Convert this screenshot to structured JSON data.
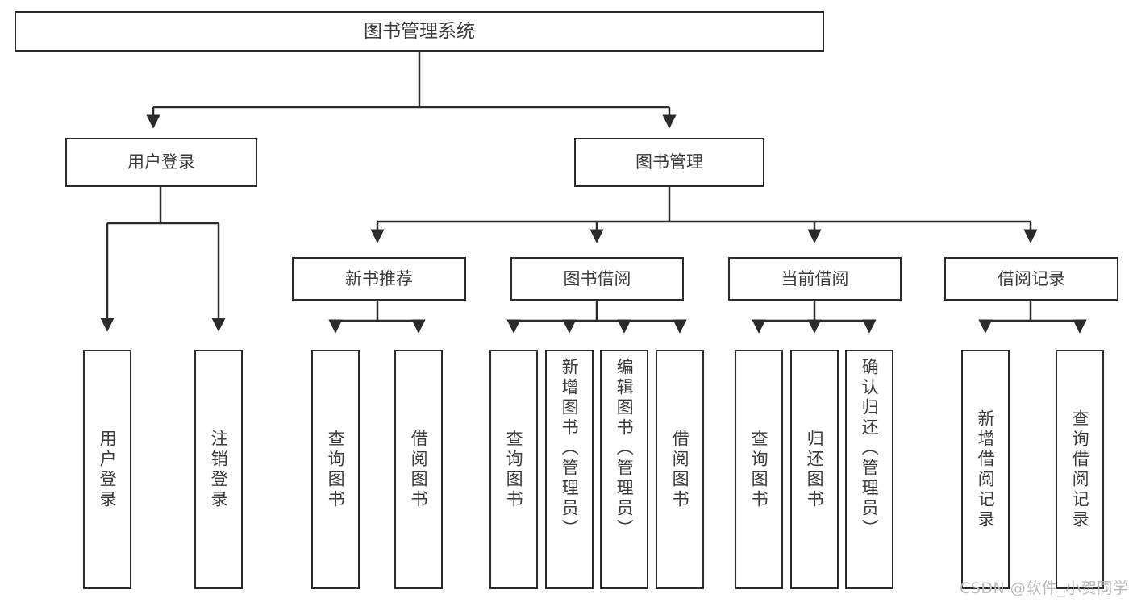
{
  "diagram": {
    "title_node": {
      "label": "图书管理系统"
    },
    "level2": [
      {
        "id": "user-login",
        "label": "用户登录"
      },
      {
        "id": "book-manage",
        "label": "图书管理"
      }
    ],
    "level3": [
      {
        "id": "new-book-recommend",
        "label": "新书推荐"
      },
      {
        "id": "book-borrow",
        "label": "图书借阅"
      },
      {
        "id": "current-borrow",
        "label": "当前借阅"
      },
      {
        "id": "borrow-record",
        "label": "借阅记录"
      }
    ],
    "leaves": [
      {
        "id": "leaf-user-login",
        "label": "用户登录",
        "parent": "user-login"
      },
      {
        "id": "leaf-logout",
        "label": "注销登录",
        "parent": "user-login"
      },
      {
        "id": "leaf-query-book-1",
        "label": "查询图书",
        "parent": "new-book-recommend"
      },
      {
        "id": "leaf-borrow-book-1",
        "label": "借阅图书",
        "parent": "new-book-recommend"
      },
      {
        "id": "leaf-query-book-2",
        "label": "查询图书",
        "parent": "book-borrow"
      },
      {
        "id": "leaf-add-book",
        "label": "新增图书（管理员）",
        "parent": "book-borrow"
      },
      {
        "id": "leaf-edit-book",
        "label": "编辑图书（管理员）",
        "parent": "book-borrow"
      },
      {
        "id": "leaf-borrow-book-2",
        "label": "借阅图书",
        "parent": "book-borrow"
      },
      {
        "id": "leaf-query-book-3",
        "label": "查询图书",
        "parent": "current-borrow"
      },
      {
        "id": "leaf-return-book",
        "label": "归还图书",
        "parent": "current-borrow"
      },
      {
        "id": "leaf-confirm-return",
        "label": "确认归还（管理员）",
        "parent": "current-borrow"
      },
      {
        "id": "leaf-add-record",
        "label": "新增借阅记录",
        "parent": "borrow-record"
      },
      {
        "id": "leaf-query-record",
        "label": "查询借阅记录",
        "parent": "borrow-record"
      }
    ],
    "colors": {
      "stroke": "#2b2b2b",
      "text": "#3b3b3b",
      "background": "#ffffff",
      "watermark": "#b9b9b9"
    }
  },
  "watermark": {
    "text": "CSDN @软件_小贺同学"
  }
}
